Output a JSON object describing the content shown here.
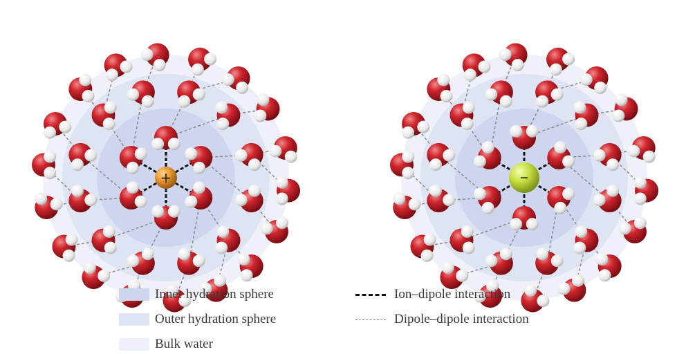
{
  "diagram": {
    "cation": {
      "symbol": "+",
      "fill": "#e6952e"
    },
    "anion": {
      "symbol": "–",
      "fill": "#c6dc3e"
    },
    "colors": {
      "inner_sphere": "#cdd6ee",
      "outer_sphere": "#dee4f3",
      "bulk_water": "#eef1fa",
      "oxygen": "#c8202a",
      "hydrogen": "#f4f4f4",
      "ion_dipole_line": "#111111",
      "dipole_dipole_line": "#8a8a8a"
    }
  },
  "legend": {
    "inner": {
      "label": "Inner hydration sphere"
    },
    "outer": {
      "label": "Outer hydration sphere"
    },
    "bulk": {
      "label": "Bulk water"
    },
    "ion_dipole": {
      "label": "Ion–dipole interaction"
    },
    "dipole_dipole": {
      "label": "Dipole–dipole interaction"
    }
  }
}
